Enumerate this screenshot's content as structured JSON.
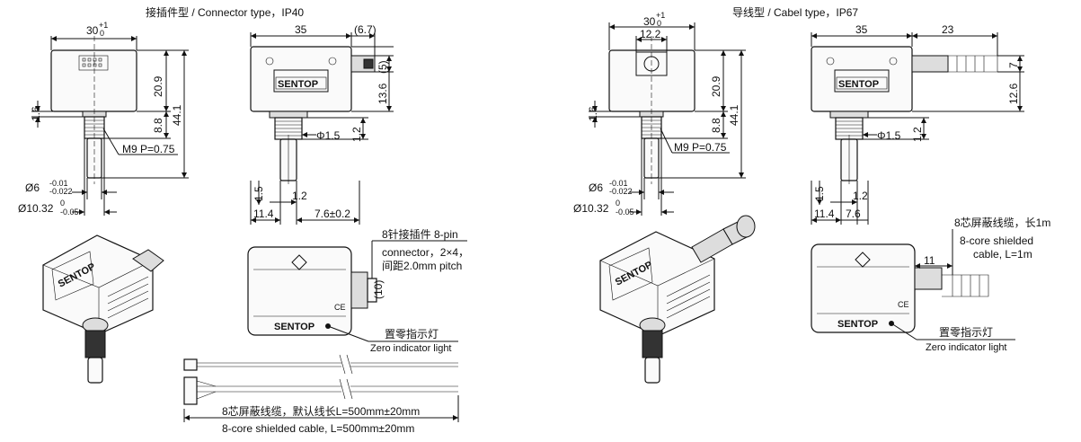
{
  "titles": {
    "connector": "接插件型 / Connector type，IP40",
    "cable": "导线型 / Cabel type，IP67"
  },
  "brand": "SENTOP",
  "ce_mark": "CE",
  "connector_view": {
    "width_top": "30",
    "width_top_tol_up": "+1",
    "width_top_tol_dn": "0",
    "height_body": "20.9",
    "total_height": "44.1",
    "shaft_len": "8.8",
    "shoulder": "1.6",
    "thread": "M9 P=0.75",
    "shaft_dia": "Ø6",
    "shaft_dia_tol_up": "-0.01",
    "shaft_dia_tol_dn": "-0.022",
    "base_dia": "Ø10.32",
    "base_dia_tol_up": "0",
    "base_dia_tol_dn": "-0.05",
    "side_width": "35",
    "side_conn": "(6.7)",
    "side_conn_h": "(5)",
    "side_h": "13.6",
    "phi": "Φ1.5",
    "dim_1_2a": "1.2",
    "dim_1_5": "1.5",
    "dim_1_2b": "1.2",
    "dim_11_4": "11.4",
    "dim_7_6": "7.6±0.2",
    "conn_note_1": "8针接插件 8-pin",
    "conn_note_2": "connector，2×4，",
    "conn_note_3": "间距2.0mm pitch",
    "conn_dim": "(10)",
    "zero_cn": "置零指示灯",
    "zero_en": "Zero indicator light",
    "cable_cn": "8芯屏蔽线缆，默认线长L=500mm±20mm",
    "cable_en": "8-core shielded cable, L=500mm±20mm"
  },
  "cable_view": {
    "width_top": "30",
    "width_top_tol_up": "+1",
    "width_top_tol_dn": "0",
    "gland": "12.2",
    "height_body": "20.9",
    "total_height": "44.1",
    "shaft_len": "8.8",
    "shoulder": "1.6",
    "thread": "M9 P=0.75",
    "shaft_dia": "Ø6",
    "shaft_dia_tol_up": "-0.01",
    "shaft_dia_tol_dn": "-0.022",
    "base_dia": "Ø10.32",
    "base_dia_tol_up": "0",
    "base_dia_tol_dn": "-0.05",
    "side_width": "35",
    "cable_len": "23",
    "dim_7": "7",
    "dim_12_6": "12.6",
    "phi": "Φ1.5",
    "dim_1_2a": "1.2",
    "dim_1_5": "1.5",
    "dim_1_2b": "1.2",
    "dim_11_4": "11.4",
    "dim_7_6": "7.6",
    "cable_note_1": "8芯屏蔽线缆，长1m",
    "cable_note_2": "8-core shielded",
    "cable_note_3": "cable, L=1m",
    "dim_11": "11",
    "zero_cn": "置零指示灯",
    "zero_en": "Zero indicator light"
  }
}
